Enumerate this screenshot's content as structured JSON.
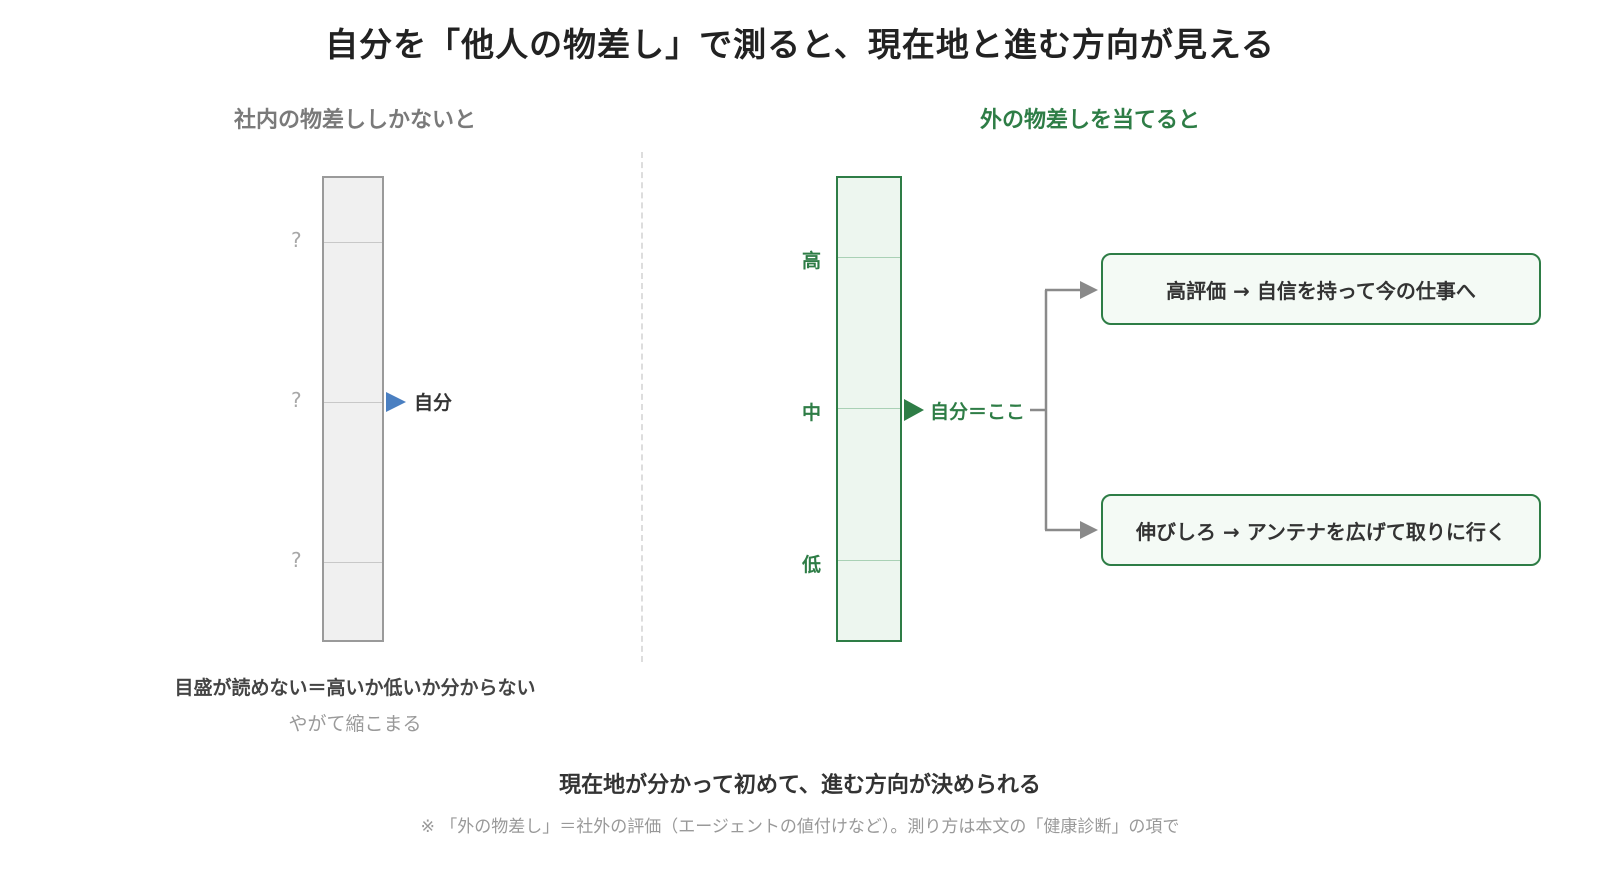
{
  "title": "自分を「他人の物差し」で測ると、現在地と進む方向が見える",
  "left": {
    "heading": "社内の物差ししかないと",
    "scale_marks": [
      "?",
      "?",
      "?"
    ],
    "marker_label": "自分",
    "caption_main": "目盛が読めない＝高いか低いか分からない",
    "caption_sub": "やがて縮こまる"
  },
  "right": {
    "heading": "外の物差しを当てると",
    "levels": [
      "高",
      "中",
      "低"
    ],
    "marker_label": "自分＝ここ",
    "outcomes": [
      "高評価 → 自信を持って今の仕事へ",
      "伸びしろ → アンテナを広げて取りに行く"
    ]
  },
  "footer": {
    "main": "現在地が分かって初めて、進む方向が決められる",
    "note": "※ 「外の物差し」＝社外の評価（エージェントの値付けなど）。測り方は本文の「健康診断」の項で"
  },
  "colors": {
    "green": "#2e7d46",
    "gray": "#9a9a9a",
    "blue_marker": "#4a7fc1",
    "arrow_gray": "#8a8a8a"
  }
}
